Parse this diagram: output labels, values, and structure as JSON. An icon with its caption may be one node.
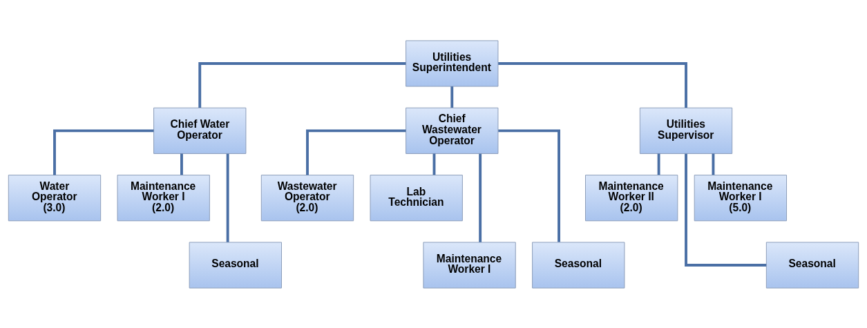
{
  "diagram": {
    "nodes": [
      {
        "text": [
          "Utilities Superintendent"
        ]
      },
      {
        "text": [
          "Chief Water Operator"
        ]
      },
      {
        "text": [
          "Chief Wastewater Operator"
        ]
      },
      {
        "text": [
          "Utilities Supervisor"
        ]
      },
      {
        "text": [
          "Water Operator (3.0)"
        ]
      },
      {
        "text": [
          "Maintenance Worker I (2.0)"
        ]
      },
      {
        "text": [
          "Seasonal"
        ]
      },
      {
        "text": [
          "Wastewater Operator (2.0)"
        ]
      },
      {
        "text": [
          "Lab Technician"
        ]
      },
      {
        "text": [
          "Maintenance Worker I"
        ]
      },
      {
        "text": [
          "Seasonal"
        ]
      },
      {
        "text": [
          "Maintenance Worker II (2.0)"
        ]
      },
      {
        "text": [
          "Maintenance Worker I (5.0)"
        ]
      },
      {
        "text": [
          "Seasonal"
        ]
      }
    ],
    "edges": [
      {
        "from": 0,
        "to": 1,
        "arrow": "none"
      },
      {
        "from": 0,
        "to": 2,
        "arrow": "none"
      },
      {
        "from": 0,
        "to": 3,
        "arrow": "none"
      },
      {
        "from": 1,
        "to": 4,
        "arrow": "none"
      },
      {
        "from": 1,
        "to": 5,
        "arrow": "none"
      },
      {
        "from": 1,
        "to": 6,
        "arrow": "none"
      },
      {
        "from": 2,
        "to": 7,
        "arrow": "none"
      },
      {
        "from": 2,
        "to": 8,
        "arrow": "none"
      },
      {
        "from": 2,
        "to": 9,
        "arrow": "none"
      },
      {
        "from": 2,
        "to": 10,
        "arrow": "none"
      },
      {
        "from": 3,
        "to": 11,
        "arrow": "none"
      },
      {
        "from": 3,
        "to": 12,
        "arrow": "none"
      },
      {
        "from": 3,
        "to": 13,
        "arrow": "none"
      }
    ]
  }
}
